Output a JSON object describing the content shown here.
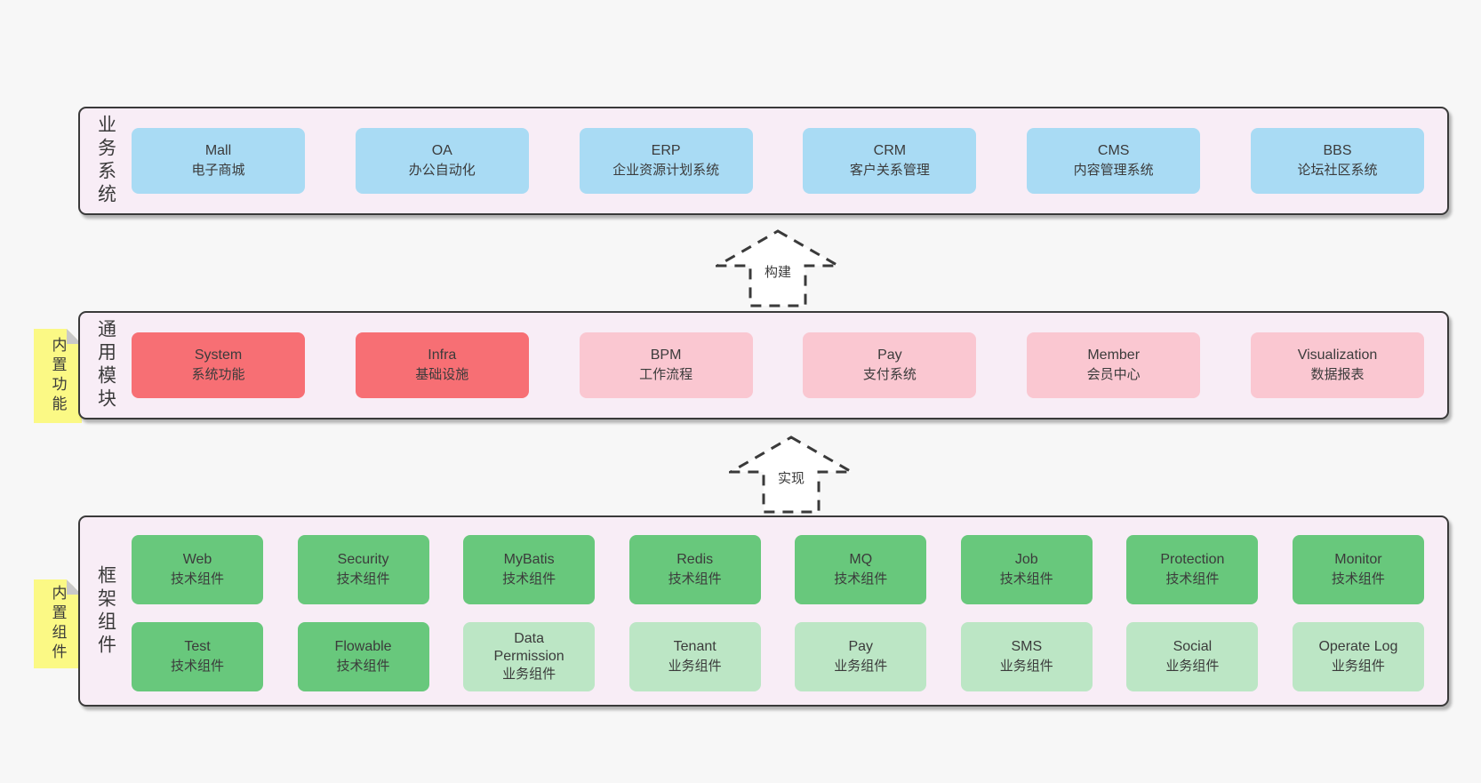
{
  "colors": {
    "page_bg": "#f7f7f7",
    "layer_bg": "#f8edf6",
    "layer_border": "#3a3a3a",
    "blue_box": "#a9dbf4",
    "red_box": "#f76f74",
    "pink_box": "#fac7d1",
    "dark_green_box": "#68c87c",
    "light_green_box": "#bce6c5",
    "sticky_note": "#fbf985"
  },
  "arrows": [
    {
      "label": "构建"
    },
    {
      "label": "实现"
    }
  ],
  "layers": [
    {
      "label": "业务系统",
      "boxes": [
        {
          "en": "Mall",
          "zh": "电子商城"
        },
        {
          "en": "OA",
          "zh": "办公自动化"
        },
        {
          "en": "ERP",
          "zh": "企业资源计划系统"
        },
        {
          "en": "CRM",
          "zh": "客户关系管理"
        },
        {
          "en": "CMS",
          "zh": "内容管理系统"
        },
        {
          "en": "BBS",
          "zh": "论坛社区系统"
        }
      ]
    },
    {
      "note": "内置功能",
      "label": "通用模块",
      "boxes": [
        {
          "en": "System",
          "zh": "系统功能"
        },
        {
          "en": "Infra",
          "zh": "基础设施"
        },
        {
          "en": "BPM",
          "zh": "工作流程"
        },
        {
          "en": "Pay",
          "zh": "支付系统"
        },
        {
          "en": "Member",
          "zh": "会员中心"
        },
        {
          "en": "Visualization",
          "zh": "数据报表"
        }
      ]
    },
    {
      "note": "内置组件",
      "label": "框架组件",
      "rows": [
        [
          {
            "en": "Web",
            "zh": "技术组件"
          },
          {
            "en": "Security",
            "zh": "技术组件"
          },
          {
            "en": "MyBatis",
            "zh": "技术组件"
          },
          {
            "en": "Redis",
            "zh": "技术组件"
          },
          {
            "en": "MQ",
            "zh": "技术组件"
          },
          {
            "en": "Job",
            "zh": "技术组件"
          },
          {
            "en": "Protection",
            "zh": "技术组件"
          },
          {
            "en": "Monitor",
            "zh": "技术组件"
          }
        ],
        [
          {
            "en": "Test",
            "zh": "技术组件"
          },
          {
            "en": "Flowable",
            "zh": "技术组件"
          },
          {
            "en": "Data Permission",
            "zh": "业务组件"
          },
          {
            "en": "Tenant",
            "zh": "业务组件"
          },
          {
            "en": "Pay",
            "zh": "业务组件"
          },
          {
            "en": "SMS",
            "zh": "业务组件"
          },
          {
            "en": "Social",
            "zh": "业务组件"
          },
          {
            "en": "Operate Log",
            "zh": "业务组件"
          }
        ]
      ]
    }
  ]
}
